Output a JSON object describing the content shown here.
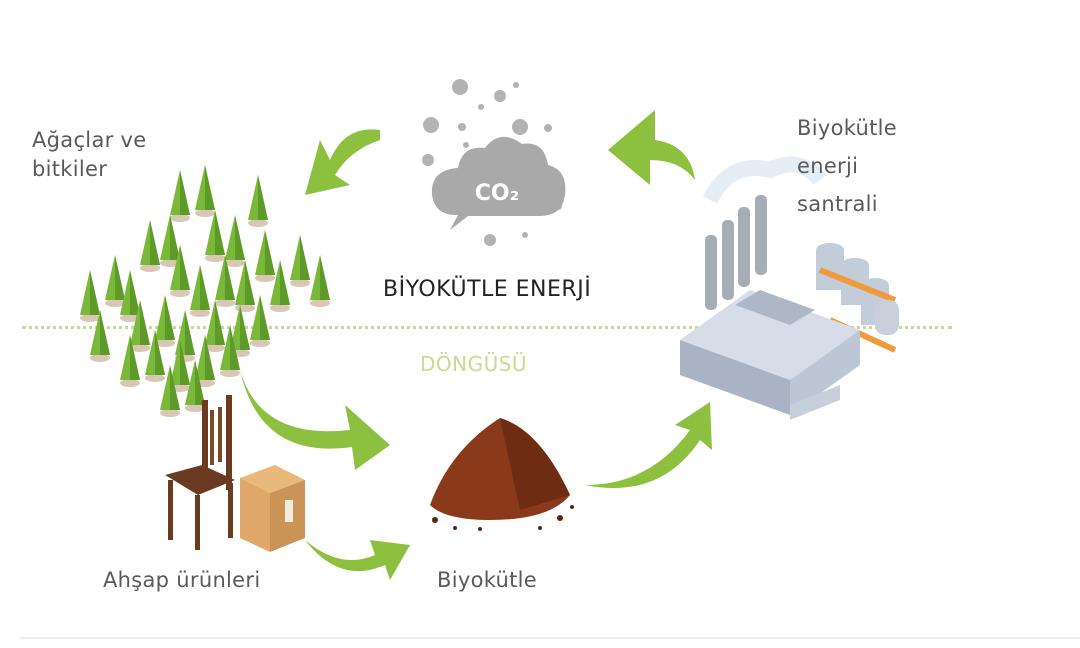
{
  "title": "BİYOKÜTLE ENERJİ",
  "subtitle": "DÖNGÜSÜ",
  "nodes": {
    "trees": {
      "label_line1": "Ağaçlar ve",
      "label_line2": "bitkiler"
    },
    "wood_products": {
      "label": "Ahşap ürünleri"
    },
    "biomass": {
      "label": "Biyokütle"
    },
    "power_plant": {
      "label_line1": "Biyokütle",
      "label_line2": "enerji",
      "label_line3": "santrali"
    },
    "co2": {
      "label": "CO₂"
    }
  },
  "colors": {
    "arrow": "#8dc03f",
    "tree": "#7ab83a",
    "cloud": "#a8a8a8",
    "soil": "#7a3418",
    "dotted_line": "#c6d99a",
    "factory": "#b9c3d4"
  }
}
